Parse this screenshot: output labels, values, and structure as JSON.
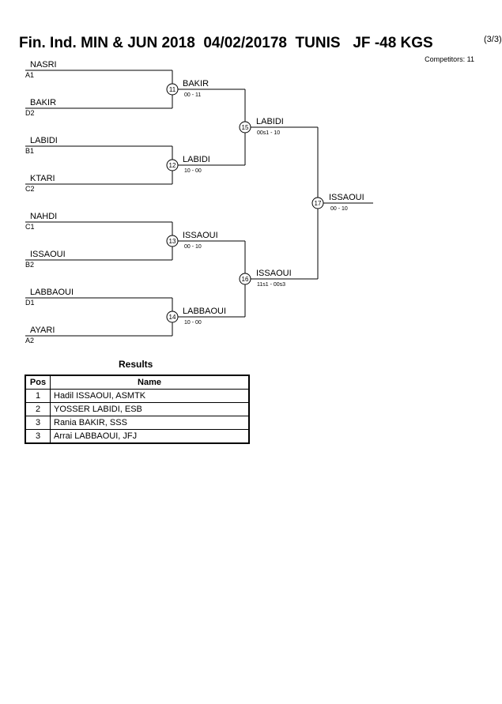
{
  "header": {
    "title": "Fin. Ind. MIN & JUN 2018  04/02/20178  TUNIS   JF -48 KGS",
    "page": "(3/3)",
    "competitors": "Competitors: 11"
  },
  "entries": [
    {
      "name": "NASRI",
      "pos": "A1"
    },
    {
      "name": "BAKIR",
      "pos": "D2"
    },
    {
      "name": "LABIDI",
      "pos": "B1"
    },
    {
      "name": "KTARI",
      "pos": "C2"
    },
    {
      "name": "NAHDI",
      "pos": "C1"
    },
    {
      "name": "ISSAOUI",
      "pos": "B2"
    },
    {
      "name": "LABBAOUI",
      "pos": "D1"
    },
    {
      "name": "AYARI",
      "pos": "A2"
    }
  ],
  "round2": [
    {
      "match": "11",
      "winner": "BAKIR",
      "score": "00 - 11"
    },
    {
      "match": "12",
      "winner": "LABIDI",
      "score": "10 - 00"
    },
    {
      "match": "13",
      "winner": "ISSAOUI",
      "score": "00 - 10"
    },
    {
      "match": "14",
      "winner": "LABBAOUI",
      "score": "10 - 00"
    }
  ],
  "round3": [
    {
      "match": "15",
      "winner": "LABIDI",
      "score": "00s1 - 10"
    },
    {
      "match": "16",
      "winner": "ISSAOUI",
      "score": "11s1 - 00s3"
    }
  ],
  "final": {
    "match": "17",
    "winner": "ISSAOUI",
    "score": "00 - 10"
  },
  "results": {
    "title": "Results",
    "headers": {
      "pos": "Pos",
      "name": "Name"
    },
    "rows": [
      {
        "pos": "1",
        "name": "Hadil ISSAOUI, ASMTK"
      },
      {
        "pos": "2",
        "name": "YOSSER LABIDI, ESB"
      },
      {
        "pos": "3",
        "name": "Rania BAKIR, SSS"
      },
      {
        "pos": "3",
        "name": "Arrai LABBAOUI, JFJ"
      }
    ]
  }
}
